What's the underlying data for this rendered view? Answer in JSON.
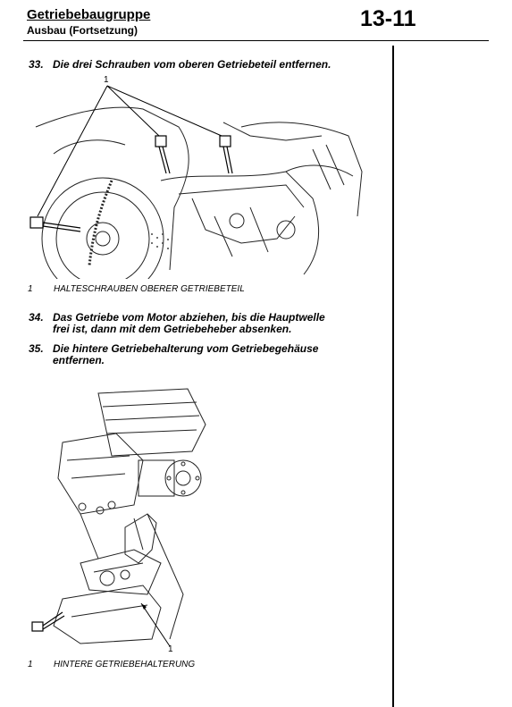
{
  "header": {
    "title": "Getriebebaugruppe",
    "subtitle": "Ausbau (Fortsetzung)",
    "page_number": "13-11"
  },
  "steps": [
    {
      "num": "33.",
      "lines": [
        "Die drei Schrauben vom oberen Getriebeteil entfernen."
      ]
    },
    {
      "num": "34.",
      "lines": [
        "Das Getriebe vom Motor abziehen, bis die Hauptwelle",
        "frei ist, dann mit dem Getriebeheber absenken."
      ]
    },
    {
      "num": "35.",
      "lines": [
        "Die hintere Getriebehalterung vom Getriebegehäuse",
        "entfernen."
      ]
    }
  ],
  "figures": [
    {
      "callout": "1",
      "caption_num": "1",
      "caption": "HALTESCHRAUBEN OBERER GETRIEBETEIL"
    },
    {
      "callout": "1",
      "caption_num": "1",
      "caption": "HINTERE GETRIEBEHALTERUNG"
    }
  ]
}
